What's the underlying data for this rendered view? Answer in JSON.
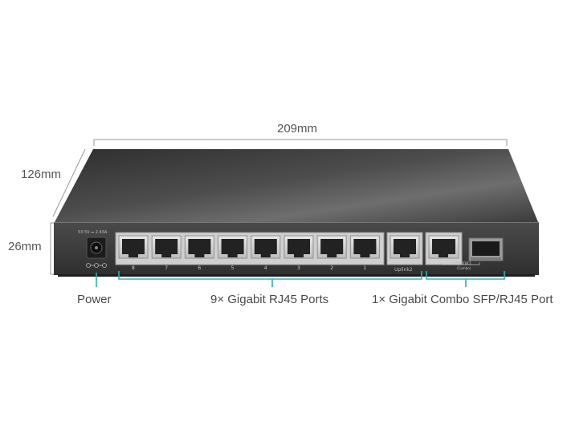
{
  "dimensions": {
    "width": "209mm",
    "depth": "126mm",
    "height": "26mm"
  },
  "captions": {
    "power": "Power",
    "rj45": "9× Gigabit RJ45 Ports",
    "combo": "1× Gigabit Combo SFP/RJ45 Port"
  },
  "device": {
    "power_rating": "53.5V ⎓ 2.43A",
    "port_numbers": [
      "8",
      "7",
      "6",
      "5",
      "4",
      "3",
      "2",
      "1"
    ],
    "uplink2_label": "Uplink2",
    "uplink1_label": "Uplink1",
    "combo_label": "(Combo)"
  },
  "colors": {
    "accent": "#2ab3b8",
    "chassis_dark": "#3a3a3a",
    "chassis_top": "#5b5b5b",
    "dimension_line": "#9a9a9a"
  }
}
